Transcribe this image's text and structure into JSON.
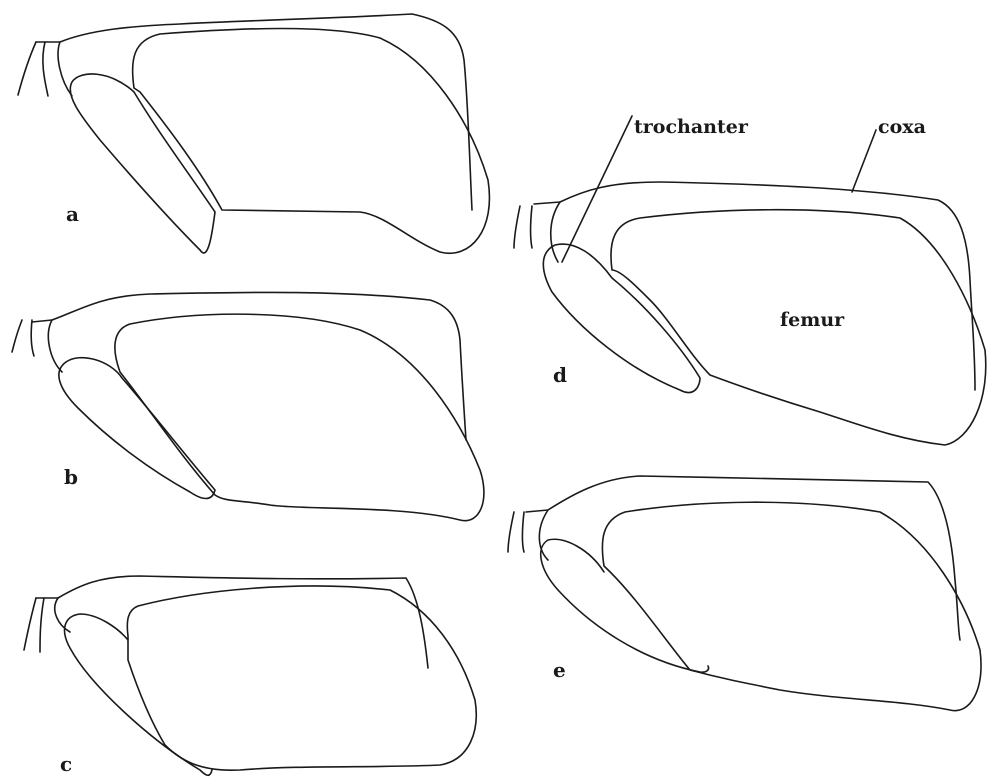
{
  "panels": [
    {
      "id": "a",
      "label": "a"
    },
    {
      "id": "b",
      "label": "b"
    },
    {
      "id": "c",
      "label": "c"
    },
    {
      "id": "d",
      "label": "d"
    },
    {
      "id": "e",
      "label": "e"
    }
  ],
  "terms": {
    "trochanter": "trochanter",
    "coxa": "coxa",
    "femur": "femur"
  }
}
